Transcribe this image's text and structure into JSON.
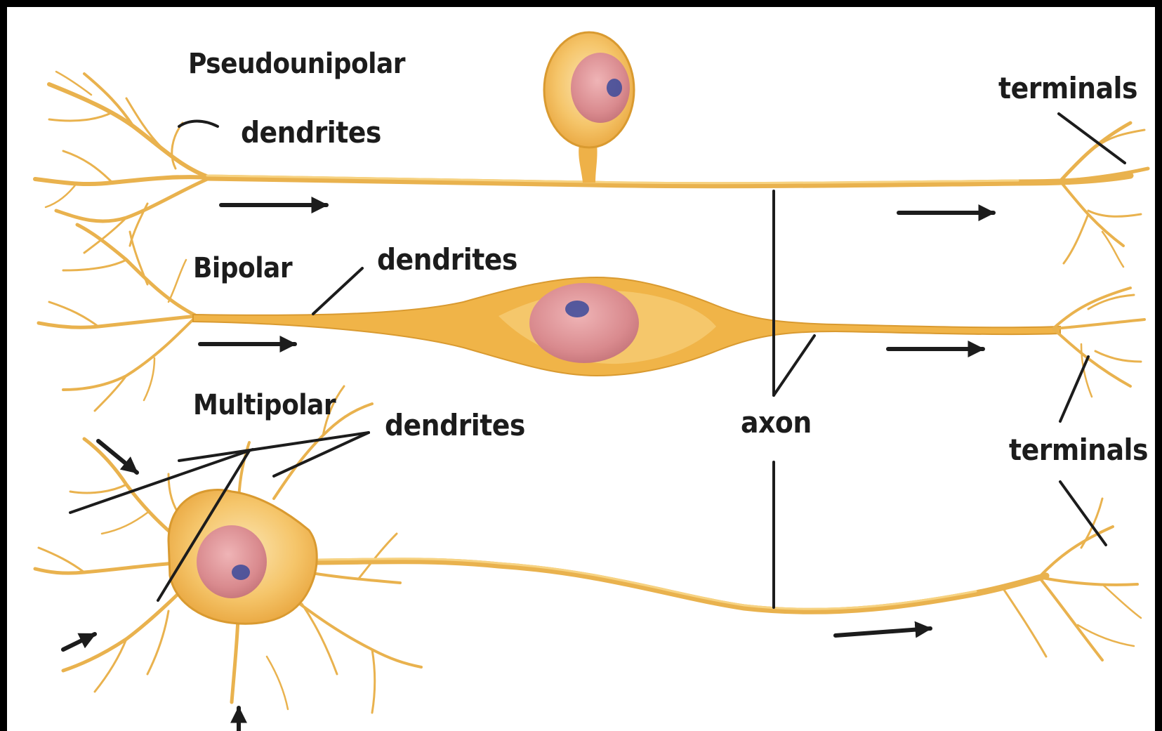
{
  "neurons": {
    "pseudounipolar": {
      "title": "Pseudounipolar",
      "dendrites": "dendrites",
      "terminals": "terminals"
    },
    "bipolar": {
      "title": "Bipolar",
      "dendrites": "dendrites"
    },
    "multipolar": {
      "title": "Multipolar",
      "dendrites": "dendrites",
      "terminals": "terminals"
    },
    "axon": "axon"
  },
  "colors": {
    "background": "#000000",
    "panel": "#ffffff",
    "cytoplasm": "#f2b54a",
    "cytoplasm_edge": "#d99a30",
    "nucleus": "#d98a8e",
    "nucleolus": "#3a4a9a",
    "ink": "#1c1c1c"
  }
}
